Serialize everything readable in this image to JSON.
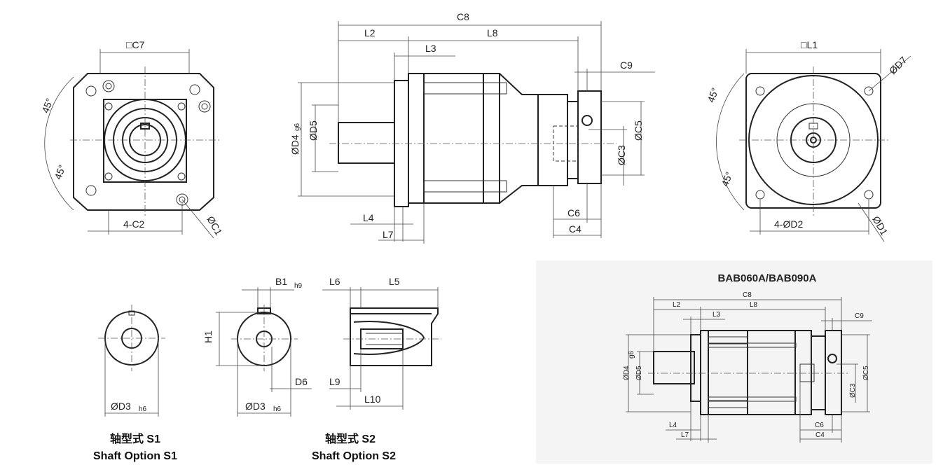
{
  "front_view_left": {
    "square": "□C7",
    "angle_top": "45°",
    "angle_bottom": "45°",
    "holes": "4-C2",
    "dia": "ØC1"
  },
  "side_view": {
    "c8": "C8",
    "l2": "L2",
    "l8": "L8",
    "l3": "L3",
    "c9": "C9",
    "d4": "ØD4",
    "d4_tol": "g6",
    "d5": "ØD5",
    "c5": "ØC5",
    "c3": "ØC3",
    "l4": "L4",
    "l7": "L7",
    "c6": "C6",
    "c4": "C4"
  },
  "front_view_right": {
    "square": "□L1",
    "d7": "ØD7",
    "angle_top": "45°",
    "angle_bottom": "45°",
    "holes": "4-ØD2",
    "d1": "ØD1"
  },
  "shaft_s1": {
    "dia": "ØD3",
    "tol": "h6",
    "title_cn": "轴型式 S1",
    "title_en": "Shaft Option S1"
  },
  "shaft_s2": {
    "b1": "B1",
    "b1_tol": "h9",
    "l6": "L6",
    "l5": "L5",
    "h1": "H1",
    "d6": "D6",
    "l9": "L9",
    "l10": "L10",
    "dia": "ØD3",
    "tol": "h6",
    "title_cn": "轴型式 S2",
    "title_en": "Shaft Option S2"
  },
  "inset": {
    "title": "BAB060A/BAB090A",
    "c8": "C8",
    "l2": "L2",
    "l8": "L8",
    "l3": "L3",
    "c9": "C9",
    "d4": "ØD4",
    "d4_tol": "g6",
    "d5": "ØD5",
    "c5": "ØC5",
    "c3": "ØC3",
    "l4": "L4",
    "l7": "L7",
    "c6": "C6",
    "c4": "C4",
    "background": "#f4f4f4"
  }
}
